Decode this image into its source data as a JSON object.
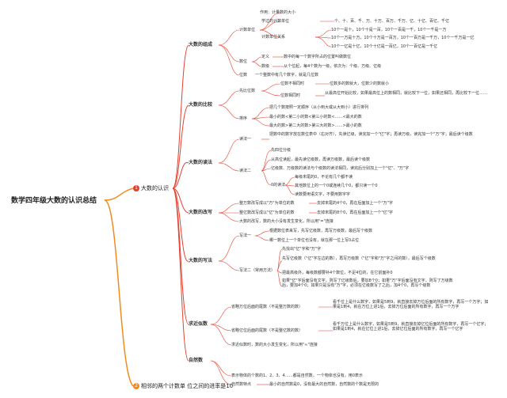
{
  "root": "数学四年级大数的认识总结",
  "main_topics": [
    {
      "num": "1",
      "label": "大数的认识"
    },
    {
      "num": "2",
      "label": "相邻的两个计数单 位之间的进率是10"
    }
  ],
  "s1": {
    "title": "大数的组成",
    "jsdw": "计数单位",
    "zy": "作用：计量数的大小",
    "xxjsdw": "学过的计数单位",
    "units": "个、十、百、千、万、十万、百万、千万、亿、十亿、百亿、千亿",
    "jsdwgx": "计数单位关系",
    "rel1": "10个一是十，10个十是一百，10个一百是一千，10个一千是一万",
    "rel2": "10个一万是十万，10个十万是一百万，10个一百万是一千万，10个一千万是一亿",
    "rel3": "10个一亿是十亿，10个十亿是一百亿，10个一百亿是一千亿",
    "sw": "数位",
    "dy": "定义",
    "dy_text": "数中的每一个数字所占的位置叫做数位",
    "sxs": "数级",
    "sxs_text": "从个位起，每4个数为一级，依次为：个级、万级、亿级",
    "ws": "位数",
    "ws_text": "一个整数中有几个数字，就是几位数"
  },
  "s2": {
    "title": "大数的比较",
    "bwss": "先比位数",
    "ws_diff": "位数不相同时",
    "ws_diff_text": "位数多的数就大，位数少的数就小",
    "ws_same": "位数相同时",
    "ws_same_text": "从最高位开始比较，如果最高位上的数相同，就比较下一位，如果还相同，再比较下一位……",
    "px": "排序",
    "px1": "把几个数按照一定顺序（从小到大或从大到小）进行排列",
    "px2": "最小的数<第二小的数<第三小的数<……<最大的数",
    "px3": "最大的数>第二大的数>第三大的数>……>最小的数"
  },
  "s3": {
    "title": "大数的读法",
    "dfy": "读法一",
    "dfy_text": "把数中的数字放在数位表中（右对齐），先读亿级，读完加一个\"亿\"字；再读万级，读完加一个\"万\"字；最后读个级数",
    "dfe": "读法二",
    "dfe1": "先四位分级",
    "dfe2": "从高位读起，最先读亿级数，再读万级数，最后读个级数",
    "dfe3": "亿级数、万级数的读法与个级数的读法相同，读完后分别加上一个\"亿\"、\"万\"字",
    "zero": "0的读法",
    "zero1": "每级末尾的0，不论有几个都不读",
    "zero2": "其他数位上的一个0或连续几个0，都只读一个0",
    "zero3": "读数要用语文字，不要用数字字"
  },
  "s4": {
    "title": "大数的改写",
    "gx1": "整万数改写成以\"万\"为单位的数",
    "gx1_text": "去掉末尾的4个0，再在后面加上一个\"万\"字",
    "gx2": "整亿数改写成以\"亿\"为单位的数",
    "gx2_text": "去掉末尾的8个0，再在后面加上一个\"亿\"字",
    "gx3": "大数的改写，数的大小没有发生变化，所以用\"=\"连接"
  },
  "s5": {
    "title": "大数的写法",
    "xfy": "写法一",
    "xfy1": "根据数位表来写，先写亿级数，再写万级数，最后写个级数",
    "xfy2": "哪一数位上一个单位也没有，就在那一位上写0占位",
    "xfe": "写法二（常用方法）",
    "xfe1": "先找出\"亿\"字和\"万\"字",
    "xfe2": "先写亿级数（\"亿\"字左边的数），再写万级数（\"亿\"字和\"万\"字之间的数），最后写个级数",
    "xfe3": "把最高级外，每级数都要补4个数位，不足4位的，在它前面补0",
    "xfe4": "如果\"亿\"字后面没有文字，则写了亿级数后，要加8个0；如果\"万\"字后面没有文字，则写了万级数后，要加4个0；如果只是没有\"万\"字，必须在亿级数写了之后，加4个0，再写个级数"
  },
  "s6": {
    "title": "求近似数",
    "js1": "省略万位后面的尾数（不是整万数的数）",
    "js1_text": "看千位上是什么数字，如果是5到9，就直接去掉万位后面的所有数字，再写一个万字；如果是1到4，就在万位上进1后，去掉万位后面的所有数字，再写一个万字",
    "js2": "省略亿位后面的尾数（不是整亿数的数）",
    "js2_text": "看千万位上是什么数字，如果是5到9，就直接去掉亿位后面的所有数字，再写一个亿字；如果是1到4，就在亿位上进1后，去掉亿位后面的所有数字，再写一个亿字",
    "js3": "求近似数时，数的大小发生变化，所以用\"≈\"连接"
  },
  "s7": {
    "title": "自然数",
    "zrs1": "表示物体的个数的1、2、3、4……都是自然数，一个物体也没有，用0表示",
    "tdd": "自然数特点",
    "tdd_text": "最小的自然数是0，没有最大的自然数，自然数的个数是无限的"
  }
}
